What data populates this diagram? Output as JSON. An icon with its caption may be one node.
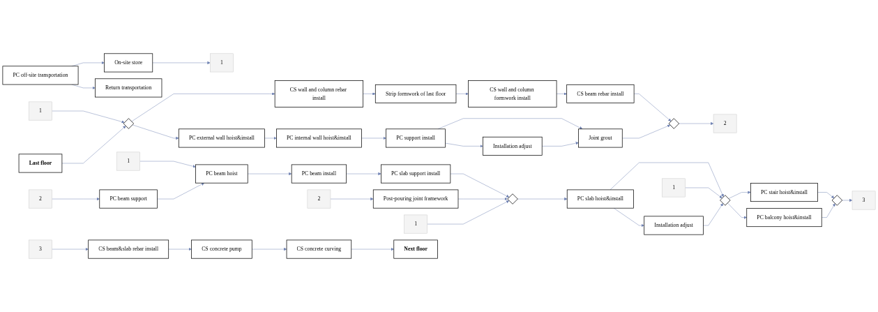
{
  "diagram": {
    "nodes": [
      {
        "text": [
          "Last floor"
        ]
      },
      {
        "text": [
          "Return transportation"
        ]
      },
      {
        "text": [
          "1"
        ]
      },
      {
        "text": [],
        "shape": "diamond"
      },
      {
        "text": [
          "PC external wall hoist&install"
        ]
      },
      {
        "text": [
          "PC internal wall hoist&install"
        ]
      },
      {
        "text": [
          "PC support install"
        ]
      },
      {
        "text": [
          "Installation adjust"
        ]
      },
      {
        "text": [
          "Joint grout"
        ]
      },
      {
        "text": [
          "PC off-site transportation"
        ]
      },
      {
        "text": [
          "On-site store"
        ]
      },
      {
        "text": [
          "1"
        ]
      },
      {
        "text": [
          "CS wall and column rebar install"
        ]
      },
      {
        "text": [
          "Strip formwork of last floor"
        ]
      },
      {
        "text": [
          "CS wall and column formwork install"
        ]
      },
      {
        "text": [
          "CS beam rebar install"
        ]
      },
      {
        "text": [],
        "shape": "diamond"
      },
      {
        "text": [
          "2"
        ]
      },
      {
        "text": [
          "1"
        ]
      },
      {
        "text": [
          "2"
        ]
      },
      {
        "text": [
          "PC beam support"
        ]
      },
      {
        "text": [
          "PC beam hoist"
        ]
      },
      {
        "text": [
          "PC beam install"
        ]
      },
      {
        "text": [
          "PC slab support install"
        ]
      },
      {
        "text": [
          "2"
        ]
      },
      {
        "text": [
          "Post-pouring joint framework"
        ]
      },
      {
        "text": [],
        "shape": "diamond"
      },
      {
        "text": [
          "PC slab hoist&install"
        ]
      },
      {
        "text": [
          "Installation adjust"
        ]
      },
      {
        "text": [
          "PC balcony hoist&install"
        ]
      },
      {
        "text": [],
        "shape": "diamond"
      },
      {
        "text": [
          "PC stair hoist&install"
        ]
      },
      {
        "text": [],
        "shape": "diamond"
      },
      {
        "text": [
          "3"
        ]
      },
      {
        "text": [
          "1"
        ]
      },
      {
        "text": [
          "1"
        ]
      },
      {
        "text": [
          "3"
        ]
      },
      {
        "text": [
          "CS beam&slab rebar install"
        ]
      },
      {
        "text": [
          "CS concrete pump"
        ]
      },
      {
        "text": [
          "CS concrete curving"
        ]
      },
      {
        "text": [
          "Next floor"
        ]
      }
    ],
    "edges": [
      {
        "from": 0,
        "to": 3,
        "arrow": "to"
      },
      {
        "from": 2,
        "to": 3,
        "arrow": "to"
      },
      {
        "from": 3,
        "to": 4,
        "arrow": "to"
      },
      {
        "from": 3,
        "to": 12,
        "arrow": "to"
      },
      {
        "from": 4,
        "to": 5,
        "arrow": "to"
      },
      {
        "from": 5,
        "to": 6,
        "arrow": "to"
      },
      {
        "from": 6,
        "to": 7,
        "arrow": "to"
      },
      {
        "from": 6,
        "to": 8,
        "arrow": "to"
      },
      {
        "from": 7,
        "to": 8,
        "arrow": "to"
      },
      {
        "from": 9,
        "to": 1,
        "arrow": "to"
      },
      {
        "from": 9,
        "to": 10,
        "arrow": "to"
      },
      {
        "from": 10,
        "to": 11,
        "arrow": "to"
      },
      {
        "from": 12,
        "to": 13,
        "arrow": "to"
      },
      {
        "from": 13,
        "to": 14,
        "arrow": "to"
      },
      {
        "from": 14,
        "to": 15,
        "arrow": "to"
      },
      {
        "from": 8,
        "to": 16,
        "arrow": "to"
      },
      {
        "from": 15,
        "to": 16,
        "arrow": "to"
      },
      {
        "from": 16,
        "to": 17,
        "arrow": "to"
      },
      {
        "from": 18,
        "to": 21,
        "arrow": "to"
      },
      {
        "from": 19,
        "to": 20,
        "arrow": "to"
      },
      {
        "from": 20,
        "to": 21,
        "arrow": "to"
      },
      {
        "from": 21,
        "to": 22,
        "arrow": "to"
      },
      {
        "from": 22,
        "to": 23,
        "arrow": "to"
      },
      {
        "from": 23,
        "to": 26,
        "arrow": "to"
      },
      {
        "from": 24,
        "to": 25,
        "arrow": "to"
      },
      {
        "from": 25,
        "to": 26,
        "arrow": "to"
      },
      {
        "from": 34,
        "to": 26,
        "arrow": "to"
      },
      {
        "from": 26,
        "to": 27,
        "arrow": "to"
      },
      {
        "from": 27,
        "to": 28,
        "arrow": "to"
      },
      {
        "from": 27,
        "to": 30,
        "arrow": "to"
      },
      {
        "from": 28,
        "to": 30,
        "arrow": "to"
      },
      {
        "from": 35,
        "to": 30,
        "arrow": "to"
      },
      {
        "from": 30,
        "to": 29,
        "arrow": "to"
      },
      {
        "from": 30,
        "to": 31,
        "arrow": "to"
      },
      {
        "from": 29,
        "to": 32,
        "arrow": "to"
      },
      {
        "from": 31,
        "to": 32,
        "arrow": "to"
      },
      {
        "from": 32,
        "to": 33,
        "arrow": "to"
      },
      {
        "from": 36,
        "to": 37,
        "arrow": "to"
      },
      {
        "from": 37,
        "to": 38,
        "arrow": "to"
      },
      {
        "from": 38,
        "to": 39,
        "arrow": "to"
      },
      {
        "from": 39,
        "to": 40,
        "arrow": "to"
      }
    ]
  }
}
